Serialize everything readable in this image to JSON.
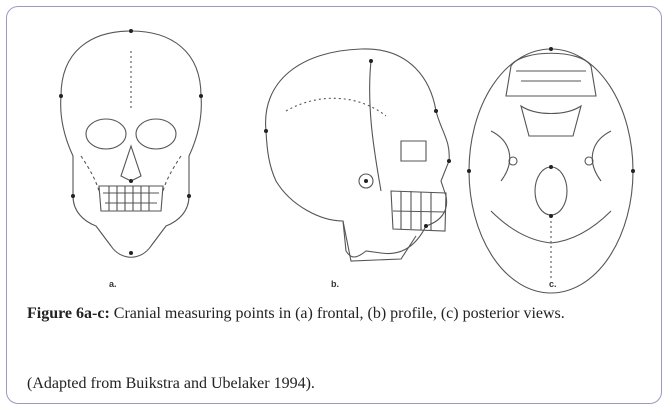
{
  "figure": {
    "panels": [
      {
        "label": "a."
      },
      {
        "label": "b."
      },
      {
        "label": "c."
      }
    ],
    "caption_label": "Figure 6a-c:",
    "caption_text": " Cranial measuring points in (a) frontal, (b) profile, (c) posterior views.",
    "source": "(Adapted from Buikstra and Ubelaker 1994)."
  }
}
